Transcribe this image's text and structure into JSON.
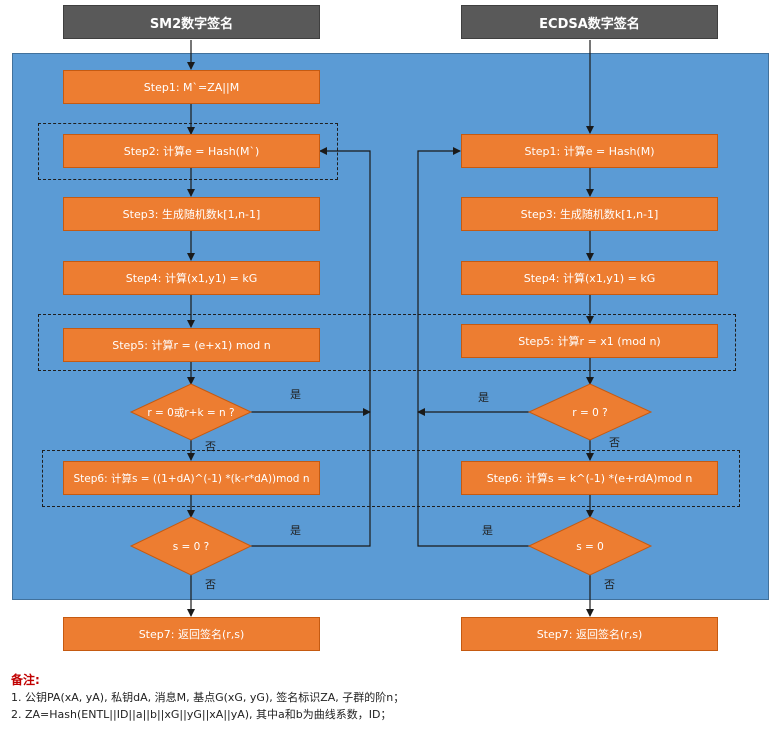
{
  "sm2": {
    "title": "SM2数字签名",
    "step1": "Step1: M`=ZA||M",
    "step2": "Step2: 计算e = Hash(M`)",
    "step3": "Step3: 生成随机数k[1,n-1]",
    "step4": "Step4: 计算(x1,y1) = kG",
    "step5": "Step5: 计算r = (e+x1) mod n",
    "decision1": "r = 0或r+k = n ?",
    "step6": "Step6: 计算s = ((1+dA)^(-1) *(k-r*dA))mod n",
    "decision2": "s = 0 ?",
    "step7": "Step7: 返回签名(r,s)"
  },
  "ecdsa": {
    "title": "ECDSA数字签名",
    "step1": "Step1: 计算e = Hash(M)",
    "step3": "Step3: 生成随机数k[1,n-1]",
    "step4": "Step4: 计算(x1,y1) = kG",
    "step5": "Step5: 计算r = x1 (mod n)",
    "decision1": "r = 0 ?",
    "step6": "Step6: 计算s = k^(-1) *(e+rdA)mod n",
    "decision2": "s = 0",
    "step7": "Step7: 返回签名(r,s)"
  },
  "labels": {
    "yes": "是",
    "no": "否"
  },
  "notes": {
    "title": "备注:",
    "line1": "1. 公钥PA(xA, yA), 私钥dA, 消息M, 基点G(xG, yG), 签名标识ZA, 子群的阶n；",
    "line2": "2. ZA=Hash(ENTL||ID||a||b||xG||yG||xA||yA), 其中a和b为曲线系数，ID；"
  },
  "colors": {
    "panel": "#5b9bd5",
    "header": "#595959",
    "step": "#ed7d31",
    "note_title": "#c00000"
  }
}
